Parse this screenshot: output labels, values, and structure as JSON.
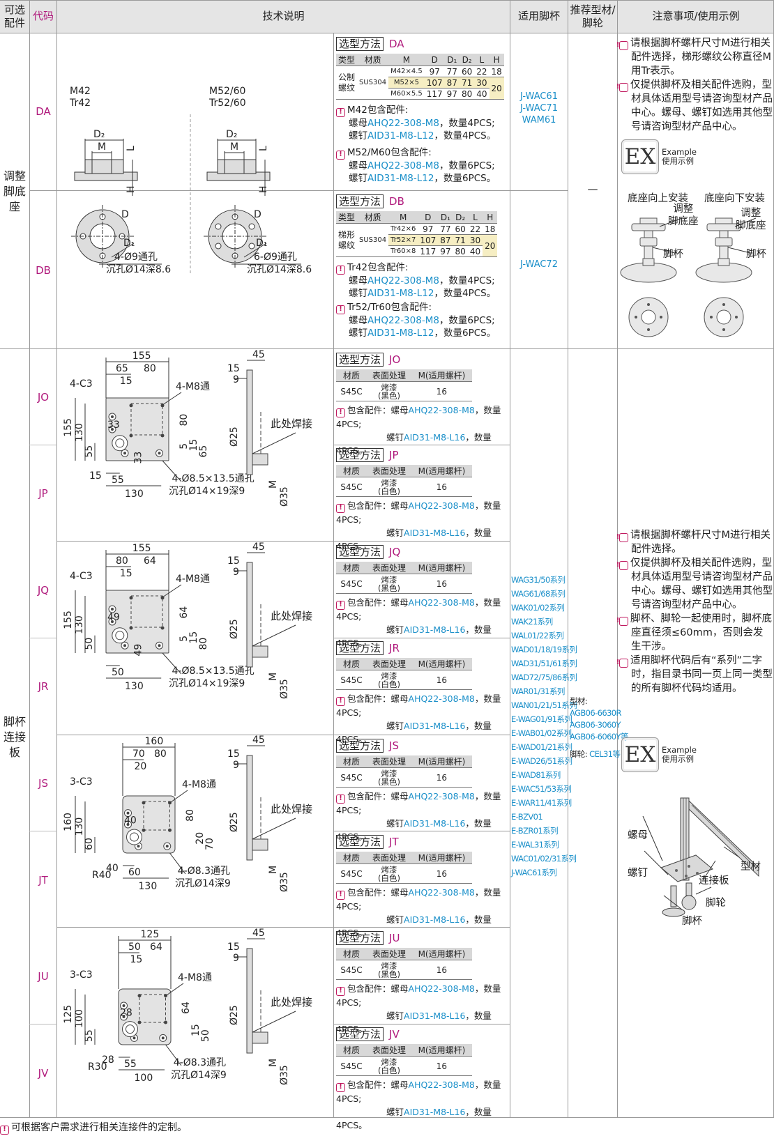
{
  "header": {
    "col_optional": "可选\n配件",
    "col_code": "代码",
    "col_tech": "技术说明",
    "col_feet": "适用脚杯",
    "col_profile": "推荐型材/\n脚轮",
    "col_notes": "注意事项/使用示例"
  },
  "groups": {
    "adjust": "调整\n脚底\n座",
    "plate": "脚杯\n连接\n板"
  },
  "codes": [
    "DA",
    "DB",
    "JO",
    "JP",
    "JQ",
    "JR",
    "JS",
    "JT",
    "JU",
    "JV"
  ],
  "drawings": {
    "da_left_spec1": "M42",
    "da_left_spec2": "Tr42",
    "da_right_spec1": "M52/60",
    "da_right_spec2": "Tr52/60",
    "da_left_holes": "4-Ø9通孔",
    "da_left_cb": "沉孔Ø14深8.6",
    "da_right_holes": "6-Ø9通孔",
    "da_right_cb": "沉孔Ø14深8.6",
    "dim_D2": "D₂",
    "dim_M": "M",
    "dim_L": "L",
    "dim_H": "H",
    "dim_D": "D",
    "dim_D1": "D₁",
    "jo": {
      "w": "155",
      "a": "65",
      "b": "80",
      "c": "15",
      "chamfer": "4-C3",
      "thread": "4-M8通",
      "h": "155",
      "h2": "130",
      "h3": "55",
      "h4": "33",
      "h5": "33",
      "h6": "80",
      "h7": "5",
      "h8": "15",
      "h9": "65",
      "bot1": "15",
      "bot2": "55",
      "bot3": "130",
      "holes": "4-Ø8.5×13.5通孔",
      "cb": "沉孔Ø14×19深9"
    },
    "jq": {
      "w": "155",
      "a": "80",
      "b": "64",
      "c": "15",
      "chamfer": "4-C3",
      "thread": "4-M8通",
      "h": "155",
      "h2": "130",
      "h3": "50",
      "h4": "49",
      "h5": "49",
      "h6": "64",
      "h7": "5",
      "h8": "15",
      "h9": "80",
      "bot2": "50",
      "bot3": "130",
      "holes": "4-Ø8.5×13.5通孔",
      "cb": "沉孔Ø14×19深9"
    },
    "js": {
      "w": "160",
      "a": "70",
      "b": "80",
      "c": "20",
      "chamfer": "3-C3",
      "thread": "4-M8通",
      "h": "160",
      "h2": "130",
      "h3": "60",
      "h4": "40",
      "h6": "80",
      "h8": "20",
      "h9": "70",
      "r": "R40",
      "bot1": "40",
      "bot2": "60",
      "bot3": "130",
      "holes": "4-Ø8.3通孔",
      "cb": "沉孔Ø14深9"
    },
    "ju": {
      "w": "125",
      "a": "50",
      "b": "64",
      "c": "15",
      "chamfer": "3-C3",
      "thread": "4-M8通",
      "h": "125",
      "h2": "100",
      "h3": "55",
      "h4": "28",
      "h6": "64",
      "h8": "15",
      "h9": "50",
      "r": "R30",
      "bot1": "28",
      "bot2": "55",
      "bot3": "100",
      "holes": "4-Ø8.3通孔",
      "cb": "沉孔Ø14深9"
    },
    "side": {
      "top": "45",
      "a": "15",
      "b": "9",
      "d": "Ø25",
      "weld": "此处焊接",
      "m": "M",
      "d2": "Ø35"
    }
  },
  "select_title": "选型方法",
  "da": {
    "code": "DA",
    "headers": [
      "类型",
      "材质",
      "M",
      "D",
      "D₁",
      "D₂",
      "L",
      "H"
    ],
    "type": "公制\n螺纹",
    "material": "SUS304",
    "rows": [
      [
        "M42×4.5",
        "97",
        "77",
        "60",
        "22",
        "18"
      ],
      [
        "M52×5",
        "107",
        "87",
        "71",
        "30"
      ],
      [
        "M60×5.5",
        "117",
        "97",
        "80",
        "40"
      ]
    ],
    "h2": "20",
    "note1_title": "M42包含配件:",
    "note1_nut": "螺母",
    "note1_nut_code": "AHQ22-308-M8",
    "note1_nut_qty": "，数量4PCS;",
    "note1_bolt": "螺钉",
    "note1_bolt_code": "AID31-M8-L12",
    "note1_bolt_qty": "，数量4PCS。",
    "note2_title": "M52/M60包含配件:",
    "note2_nut_qty": "，数量6PCS;",
    "note2_bolt_qty": "，数量6PCS。"
  },
  "db": {
    "code": "DB",
    "type": "梯形\n螺纹",
    "material": "SUS304",
    "rows": [
      [
        "Tr42×6",
        "97",
        "77",
        "60",
        "22",
        "18"
      ],
      [
        "Tr52×7",
        "107",
        "87",
        "71",
        "30"
      ],
      [
        "Tr60×8",
        "117",
        "97",
        "80",
        "40"
      ]
    ],
    "h2": "20",
    "note1_title": "Tr42包含配件:",
    "note2_title": "Tr52/Tr60包含配件:"
  },
  "plate_table": {
    "headers": [
      "材质",
      "表面处理",
      "M(适用螺杆)"
    ],
    "material": "S45C",
    "finish_black": "烤漆\n(黑色)",
    "finish_white": "烤漆\n(白色)",
    "m": "16",
    "note_lead": "包含配件：螺母",
    "nut_code": "AHQ22-308-M8",
    "nut_qty": "，数量4PCS;",
    "bolt_lead": "螺钉",
    "bolt_code": "AID31-M8-L16",
    "bolt_qty": "，数量4PCS。"
  },
  "feet_da": [
    "J-WAC61",
    "J-WAC71",
    "WAM61"
  ],
  "feet_db": "J-WAC72",
  "feet_series": [
    "WAG31/50系列",
    "WAG61/68系列",
    "WAK01/02系列",
    "WAK21系列",
    "WAL01/22系列",
    "WAD01/18/19系列",
    "WAD31/51/61系列",
    "WAD72/75/86系列",
    "WAR01/31系列",
    "WAN01/21/51系列",
    "E-WAG01/91系列",
    "E-WAB01/02系列",
    "E-WAD01/21系列",
    "E-WAD26/51系列",
    "E-WAD81系列",
    "E-WAC51/53系列",
    "E-WAR11/41系列",
    "E-BZV01",
    "E-BZR01系列",
    "E-WAL31系列",
    "WAC01/02/31系列",
    "J-WAC61系列"
  ],
  "profile_dash": "—",
  "profile": {
    "label": "型材:",
    "items": [
      "AGB06-6630R",
      "AGB06-3060Y",
      "AGB06-6060Y等"
    ],
    "caster_label": "脚轮:",
    "caster": "CEL31等"
  },
  "notes_top": [
    "请根据脚杯螺杆尺寸M进行相关配件选择，梯形螺纹公称直径M用Tr表示。",
    "仅提供脚杯及相关配件选购，型材具体适用型号请咨询型材产品中心。螺母、螺钉如选用其他型号请咨询型材产品中心。"
  ],
  "ex_badge": "EX",
  "ex_caption1": "Example",
  "ex_caption2": "使用示例",
  "install_up": "底座向上安装",
  "install_down": "底座向下安装",
  "ex_labels": {
    "adjust": "调整\n脚底座",
    "cup": "脚杯"
  },
  "notes_mid": [
    "请根据脚杯螺杆尺寸M进行相关配件选择。",
    "仅提供脚杯及相关配件选购，型材具体适用型号请咨询型材产品中心。螺母、螺钉如选用其他型号请咨询型材产品中心。",
    "脚杯、脚轮一起使用时，脚杯底座直径须≤60mm，否则会发生干涉。",
    "适用脚杯代码后有“系列”二字时，指目录书同一页上同一类型的所有脚杯代码均适用。"
  ],
  "ex2_labels": {
    "nut": "螺母",
    "bolt": "螺钉",
    "profile": "型材",
    "plate": "连接板",
    "caster": "脚轮",
    "cup": "脚杯"
  },
  "footer": "可根据客户需求进行相关连接件的定制。",
  "colors": {
    "magenta": "#b01a7c",
    "blue": "#1a8fc9",
    "header_bg": "#e5e5e5",
    "highlight": "#f6eec3"
  }
}
